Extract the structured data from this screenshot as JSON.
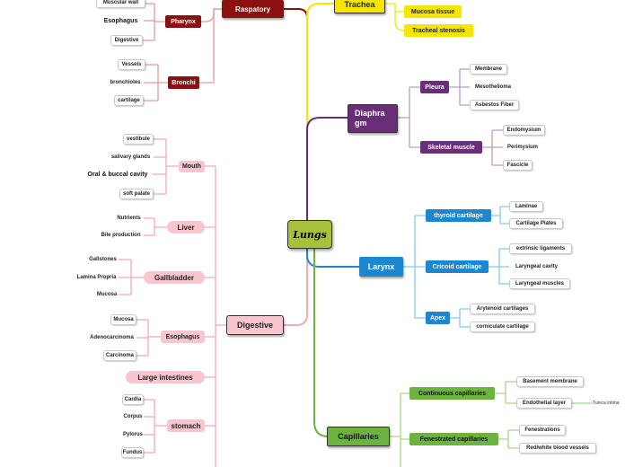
{
  "center": "Lungs",
  "raspatory": {
    "label": "Raspatory",
    "pharynx": {
      "label": "Pharynx",
      "items": [
        "Muscular wall",
        "Esophagus",
        "Digestive"
      ]
    },
    "bronchi": {
      "label": "Bronchi",
      "items": [
        "Vessels",
        "bronchioles",
        "cartilage"
      ]
    }
  },
  "digestive": {
    "label": "Digestive",
    "mouth": {
      "label": "Mouth",
      "items": [
        "vestibule",
        "salivary glands",
        "Oral & buccal cavity",
        "soft palate"
      ]
    },
    "liver": {
      "label": "Liver",
      "items": [
        "Nutrients",
        "Bile production"
      ]
    },
    "gallbladder": {
      "label": "Gallbladder",
      "items": [
        "Gallstones",
        "Lamina Propria",
        "Mucosa"
      ]
    },
    "esophagus": {
      "label": "Esophagus",
      "items": [
        "Mucosa",
        "Adenocarcinoma",
        "Carcinoma"
      ]
    },
    "large_intestines": {
      "label": "Large intestines"
    },
    "stomach": {
      "label": "stomach",
      "items": [
        "Cardia",
        "Corpus",
        "Pylorus",
        "Fundus"
      ]
    }
  },
  "trachea": {
    "label": "Trachea",
    "items": [
      "Mucosa tissue",
      "Tracheal stenosis"
    ]
  },
  "diaphragm": {
    "label": "Diaphra gm",
    "pleura": {
      "label": "Pleura",
      "items": [
        "Membrane",
        "Mesothelioma",
        "Asbestos Fiber"
      ]
    },
    "skeletal": {
      "label": "Skeletal muscle",
      "items": [
        "Endomysium",
        "Perimysium",
        "Fascicle"
      ]
    }
  },
  "larynx": {
    "label": "Larynx",
    "thyroid": {
      "label": "thyroid cartilage",
      "items": [
        "Laminae",
        "Cartilage Plates"
      ]
    },
    "cricoid": {
      "label": "Cricoid cartilage",
      "items": [
        "extrinsic ligaments",
        "Laryngeal cavity",
        "Laryngeal muscles"
      ]
    },
    "apex": {
      "label": "Apex",
      "items": [
        "Arytenoid cartilages",
        "corniculate cartilage"
      ]
    }
  },
  "capillaries": {
    "label": "Capillaries",
    "continuous": {
      "label": "Continuous capillaries",
      "items": [
        "Basement membrane",
        "Endothelial layer"
      ],
      "sub": "Tunica intima"
    },
    "fenestrated": {
      "label": "Fenestrated capillaries",
      "items": [
        "Fenestrations",
        "Red/white blood vessels"
      ]
    }
  },
  "colors": {
    "red": "#8b1010",
    "pink": "#f9c6cf",
    "purple": "#6a2d77",
    "blue": "#1c87cf",
    "green": "#6db33f",
    "yellow": "#f5e600",
    "center": "#a7c13a"
  }
}
